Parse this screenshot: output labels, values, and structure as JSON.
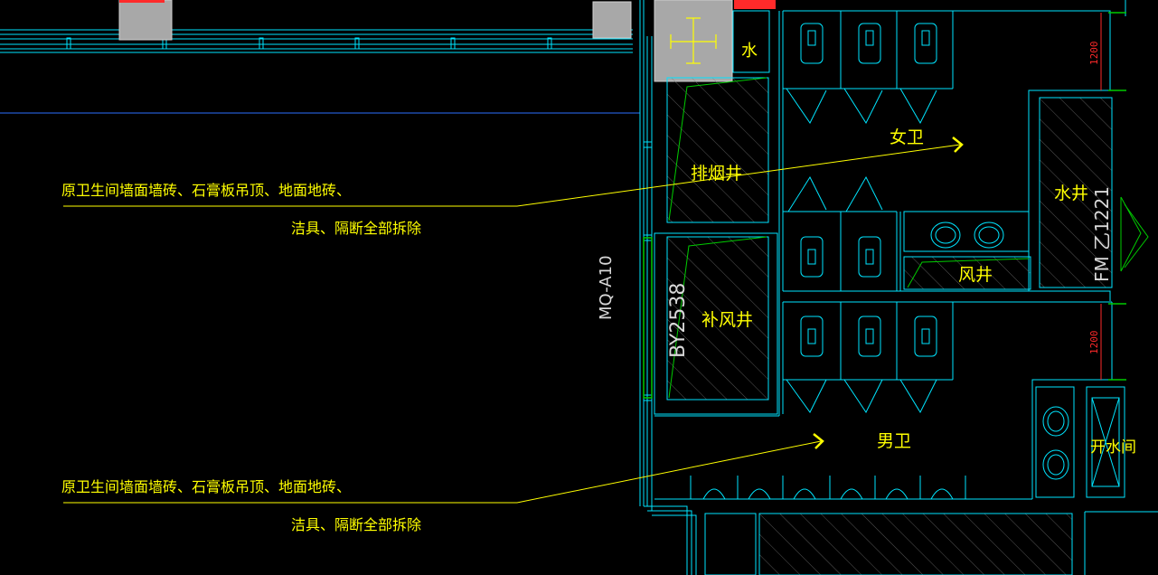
{
  "drawing": {
    "annotations": [
      {
        "line1": "原卫生间墙面墙砖、石膏板吊顶、地面地砖、",
        "line2": "洁具、隔断全部拆除"
      },
      {
        "line1": "原卫生间墙面墙砖、石膏板吊顶、地面地砖、",
        "line2": "洁具、隔断全部拆除"
      }
    ],
    "rooms": {
      "female_wc": "女卫",
      "male_wc": "男卫",
      "smoke_shaft": "排烟井",
      "makeup_air_shaft": "补风井",
      "water_shaft": "水井",
      "air_shaft": "风井",
      "water_room": "开水间",
      "water_small": "水"
    },
    "tags": {
      "curtain_wall": "MQ-A10",
      "door_by": "BY2538",
      "door_fm": "FM 乙1221"
    },
    "dimensions": [
      "1200",
      "1200"
    ],
    "colors": {
      "annotation": "#ffff00",
      "wall": "#00e5ff",
      "wall_dark": "#2b6fff",
      "hatch": "#8a8a8a",
      "dimension": "#ff2a2a",
      "door": "#00cc00",
      "column": "#a8a8a8"
    }
  }
}
